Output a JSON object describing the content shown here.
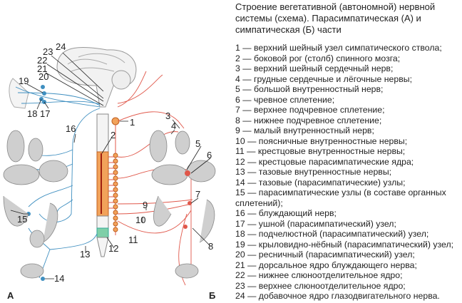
{
  "title": "Строение вегетативной (автономной) нервной системы (схема). Парасимпатическая (А) и симпатическая (Б) части",
  "panel_labels": {
    "a": "А",
    "b": "Б"
  },
  "colors": {
    "parasympathetic": "#3f8fc0",
    "sympathetic": "#e0574a",
    "spinal_orange": "#f2a25a",
    "sacral_green": "#7fcfa8",
    "organ": "#c8c8c8"
  },
  "legend": [
    "1 — верхний шейный узел симпатического ствола;",
    "2 — боковой рог (столб) спинного мозга;",
    "3 — верхний шейный сердечный нерв;",
    "4 — грудные сердечные и лёгочные нервы;",
    "5 — большой внутренностный нерв;",
    "6 — чревное сплетение;",
    "7 — верхнее подчревное сплетение;",
    "8 — нижнее подчревное сплетение;",
    "9 — малый внутренностный нерв;",
    "10 — поясничные внутренностные нервы;",
    "11 — крестцовые внутренностные нервы;",
    "12 — крестцовые парасимпатические ядра;",
    "13 — тазовые внутренностные нервы;",
    "14 — тазовые (парасимпатические) узлы;",
    "15 — парасимпатические узлы (в составе органных сплетений);",
    "16 — блуждающий нерв;",
    "17 — ушной (парасимпатический) узел;",
    "18 — подчелюстной (парасимпатический) узел;",
    "19 — крыловидно-нёбный (парасимпатический) узел;",
    "20 — ресничный (парасимпатический) узел;",
    "21 — дорсальное ядро блуждающего нерва;",
    "22 — нижнее слюноотделительное ядро;",
    "23 — верхнее слюноотделительное ядро;",
    "24 — добавочное ядро глазодвигательного нерва."
  ],
  "callouts": [
    "1",
    "2",
    "3",
    "4",
    "5",
    "6",
    "7",
    "8",
    "9",
    "10",
    "11",
    "12",
    "13",
    "14",
    "15",
    "16",
    "17",
    "18",
    "19",
    "20",
    "21",
    "22",
    "23",
    "24"
  ]
}
